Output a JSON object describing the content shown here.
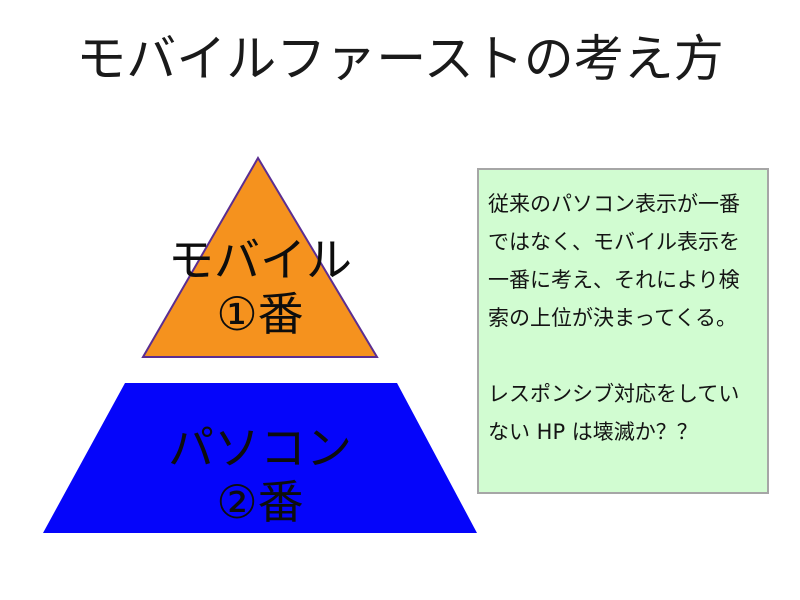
{
  "title": "モバイルファーストの考え方",
  "pyramid": {
    "mobile": {
      "label_lines": [
        "モバイル",
        "①番"
      ],
      "fill": "#F5921E",
      "stroke": "#5B2E91"
    },
    "pc": {
      "label_lines": [
        "パソコン",
        "②番"
      ],
      "fill": "#0505FA"
    }
  },
  "note": {
    "background": "#D1FCD1",
    "border_color": "#A6A6A6",
    "paragraphs": {
      "p1_lines": [
        "従来のパソコン表示が一番",
        "ではなく、モバイル表示を",
        "一番に考え、それにより検",
        "索の上位が決まってくる。"
      ],
      "p2_lines": [
        "レスポンシブ対応をしてい",
        "ない HP は壊滅か？？"
      ]
    }
  }
}
